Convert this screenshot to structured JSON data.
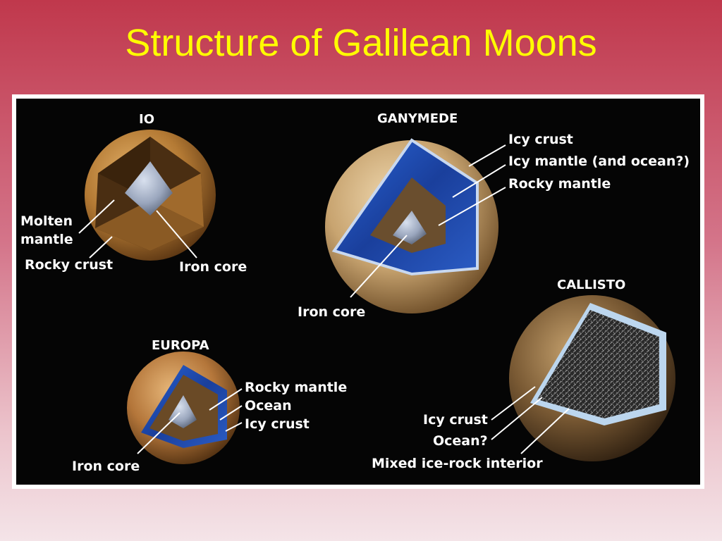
{
  "title": "Structure of Galilean Moons",
  "moons": {
    "io": {
      "name": "IO",
      "labels": {
        "molten_mantle_1": "Molten",
        "molten_mantle_2": "mantle",
        "rocky_crust": "Rocky crust",
        "iron_core": "Iron core"
      }
    },
    "ganymede": {
      "name": "GANYMEDE",
      "labels": {
        "icy_crust": "Icy crust",
        "icy_mantle": "Icy mantle (and ocean?)",
        "rocky_mantle": "Rocky mantle",
        "iron_core": "Iron core"
      }
    },
    "europa": {
      "name": "EUROPA",
      "labels": {
        "rocky_mantle": "Rocky mantle",
        "ocean": "Ocean",
        "icy_crust": "Icy crust",
        "iron_core": "Iron core"
      }
    },
    "callisto": {
      "name": "CALLISTO",
      "labels": {
        "icy_crust": "Icy crust",
        "ocean": "Ocean?",
        "interior": "Mixed ice-rock interior"
      }
    }
  },
  "colors": {
    "title": "#ffff00",
    "background_top": "#c0384c",
    "panel": "#050505",
    "moon_surface": "#b8834a",
    "water_layer": "#1f4fb0",
    "core": "#9aa6bd"
  }
}
